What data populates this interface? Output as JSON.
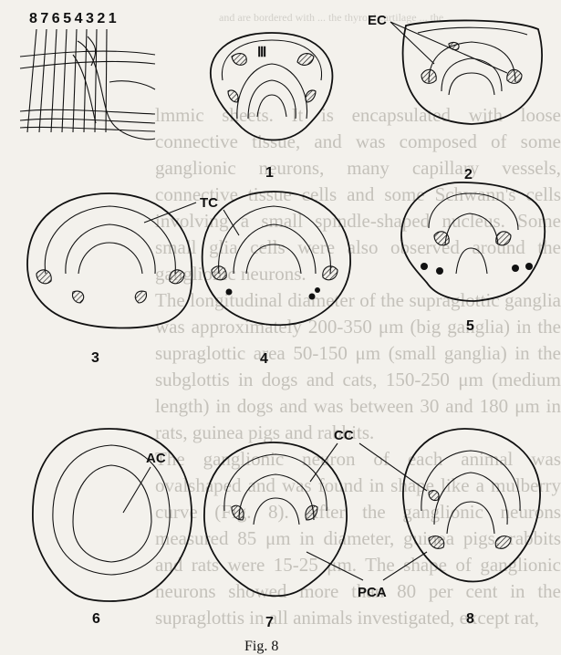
{
  "figure": {
    "caption": "Fig. 8",
    "scale_digits": "87654321",
    "labels": {
      "ec": "EC",
      "tc": "TC",
      "ac": "AC",
      "cc": "CC",
      "pca": "PCA",
      "section_marker": "Ⅲ"
    },
    "section_numbers": [
      "1",
      "2",
      "3",
      "4",
      "5",
      "6",
      "7",
      "8"
    ]
  },
  "background_text": {
    "top_line": "and are bordered with ... the thyroid cartilage ... the",
    "paragraphs": [
      "lmmic sheets. It is encapsulated with loose connective tissue, and was composed of some ganglionic neurons, many capillary vessels, connective tissue cells and some Schwann's cells involving a small spindle-shaped nucleus. Some small glia cells were also observed around the ganglionic neurons.",
      "The longitudinal diameter of the supraglottic ganglia was approximately 200-350 μm (big ganglia) in the supraglottic area 50-150 μm (small ganglia) in the subglottis in dogs and cats, 150-250 μm (medium length) in dogs and was between 30 and 180 μm in rats, guinea pigs and rabbits.",
      "The ganglionic neuron of each animal was ovalshaped and was found in shape like a mulberry curve (Fig. 8). After the ganglionic neurons measured 85 μm in diameter, guinea pigs, rabbits and rats were 15-25 μm. The shape of ganglionic neurons showed more than 80 per cent in the supraglottis in all animals investigated, except rat,"
    ]
  }
}
